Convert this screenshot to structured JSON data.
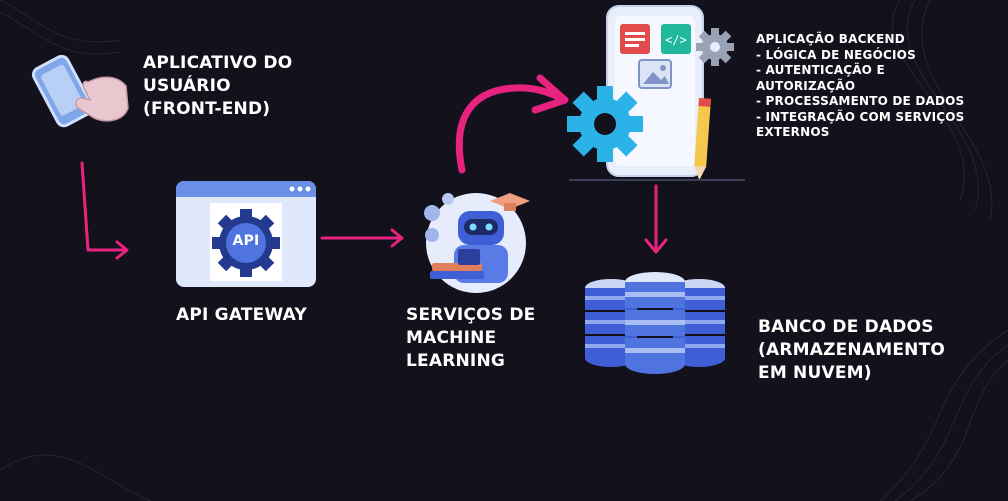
{
  "nodes": {
    "user_app": "APLICATIVO DO\nUSUÁRIO\n(FRONT-END)",
    "api_gateway": "API GATEWAY",
    "api_badge": "API",
    "ml_services": "SERVIÇOS DE\nMACHINE\nLEARNING",
    "backend": "APLICAÇÃO BACKEND\n- LÓGICA DE NEGÓCIOS\n- AUTENTICAÇÃO E\nAUTORIZAÇÃO\n- PROCESSAMENTO DE DADOS\n - INTEGRAÇÃO COM SERVIÇOS\nEXTERNOS",
    "database": " BANCO DE DADOS\n(ARMAZENAMENTO\nEM NUVEM)"
  },
  "colors": {
    "background": "#13111b",
    "arrow": "#e8237f",
    "text": "#ffffff",
    "accent_blue": "#3f5fd6",
    "accent_light": "#c9d6f5"
  },
  "icons": [
    "phone-tap-icon",
    "api-gear-browser-icon",
    "robot-learning-icon",
    "tablet-gears-icon",
    "database-servers-icon"
  ]
}
